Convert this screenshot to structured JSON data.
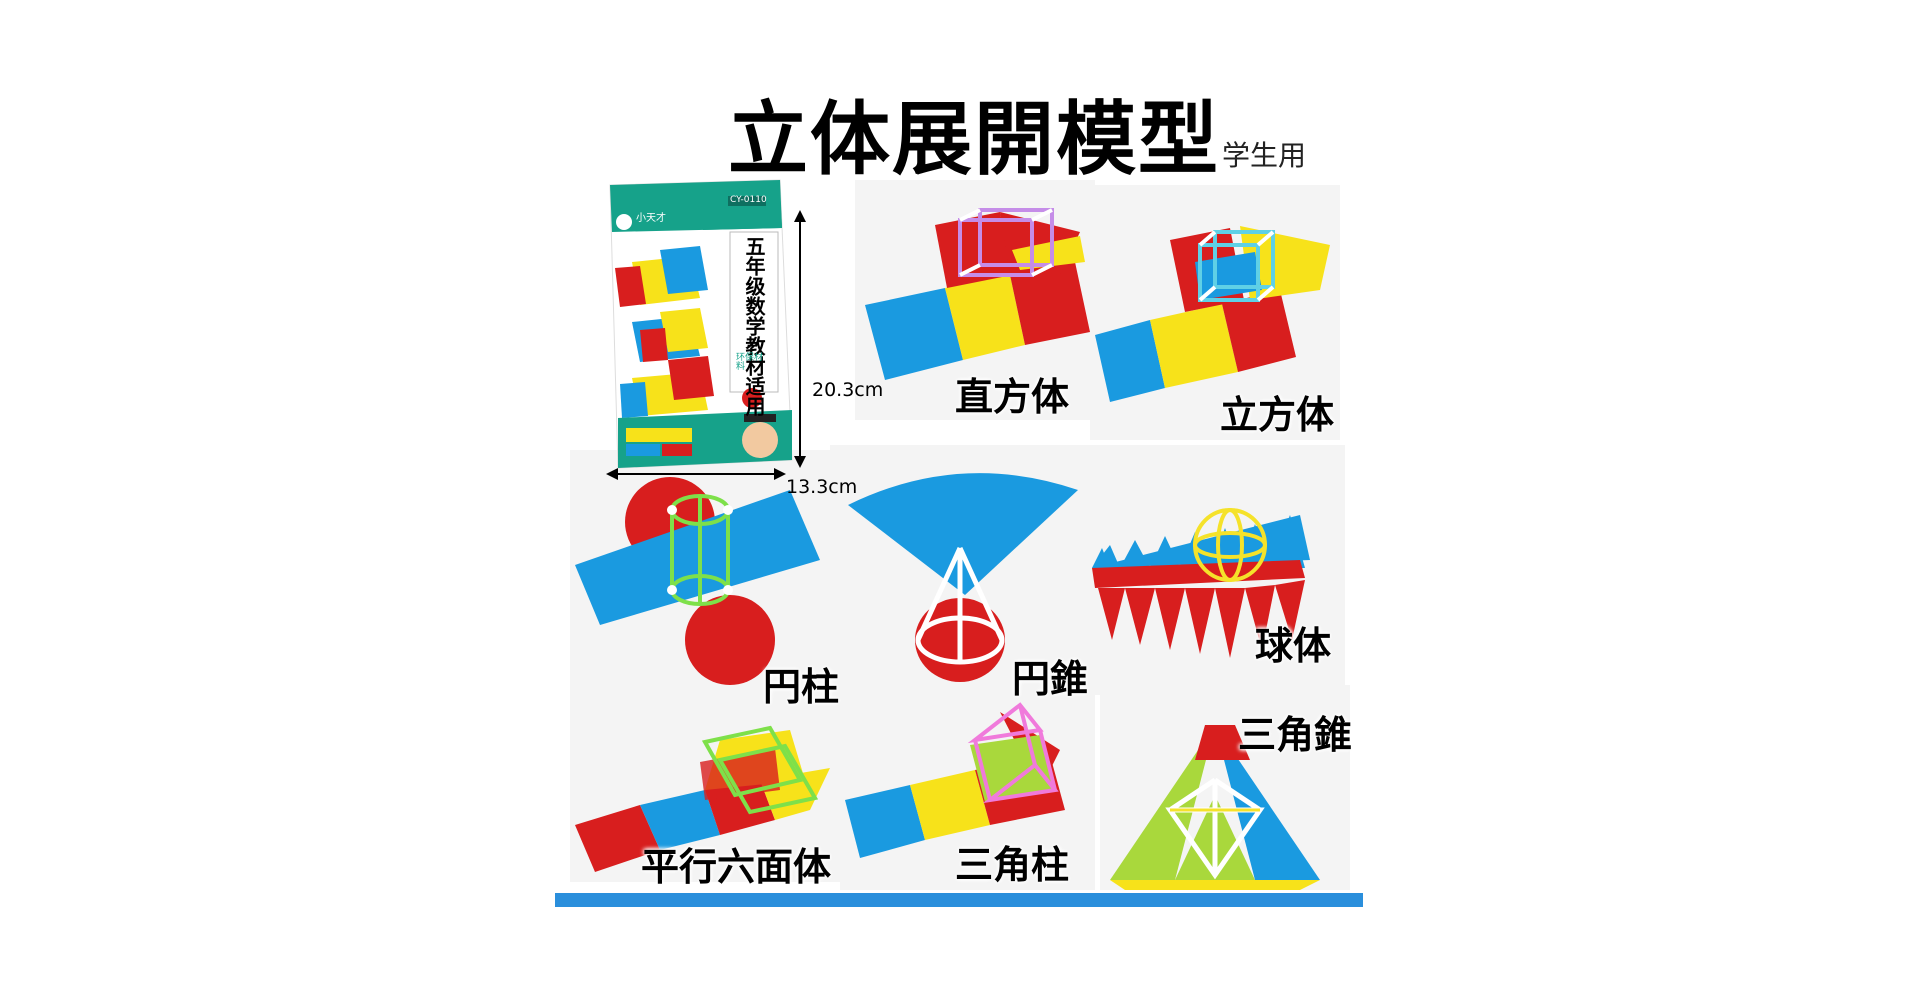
{
  "header": {
    "title": "立体展開模型",
    "subtitle": "学生用"
  },
  "package": {
    "brand": "小天才",
    "code": "CY-0110",
    "grade_line": "五年级数学教材适用",
    "eco_badge": "环保材料",
    "height_label": "20.3cm",
    "width_label": "13.3cm"
  },
  "models": [
    {
      "label": "直方体"
    },
    {
      "label": "立方体"
    },
    {
      "label": "円柱"
    },
    {
      "label": "円錐"
    },
    {
      "label": "球体"
    },
    {
      "label": "平行六面体"
    },
    {
      "label": "三角柱"
    },
    {
      "label": "三角錐"
    }
  ],
  "colors": {
    "red": "#d81e1e",
    "blue": "#1a9ae0",
    "yellow": "#f7e21a",
    "green": "#9ed13a",
    "teal": "#15a08a",
    "accent_bar": "#2a8fdc"
  }
}
